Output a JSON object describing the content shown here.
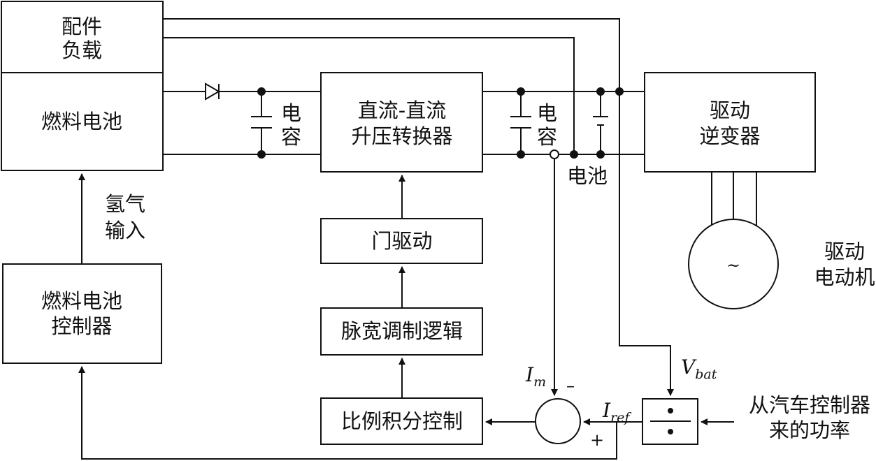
{
  "blocks": {
    "accessory_load": [
      "配件",
      "负载"
    ],
    "fuel_cell": "燃料电池",
    "fuel_cell_controller": [
      "燃料电池",
      "控制器"
    ],
    "dc_dc_converter": [
      "直流-直流",
      "升压转换器"
    ],
    "gate_driver": "门驱动",
    "pwm_logic": "脉宽调制逻辑",
    "pi_control": "比例积分控制",
    "drive_inverter": [
      "驱动",
      "逆变器"
    ],
    "drive_motor": [
      "驱动",
      "电动机"
    ]
  },
  "labels": {
    "hydrogen_input": [
      "氢气",
      "输入"
    ],
    "capacitor_left": [
      "电",
      "容"
    ],
    "capacitor_right": [
      "电",
      "容"
    ],
    "battery": "电池",
    "power_from_vehicle": [
      "从汽车控制器",
      "来的功率"
    ]
  },
  "signals": {
    "i_m": "I",
    "i_m_sub": "m",
    "i_ref": "I",
    "i_ref_sub": "ref",
    "v_bat": "V",
    "v_bat_sub": "bat",
    "minus": "–",
    "plus": "+",
    "motor_symbol": "~"
  }
}
